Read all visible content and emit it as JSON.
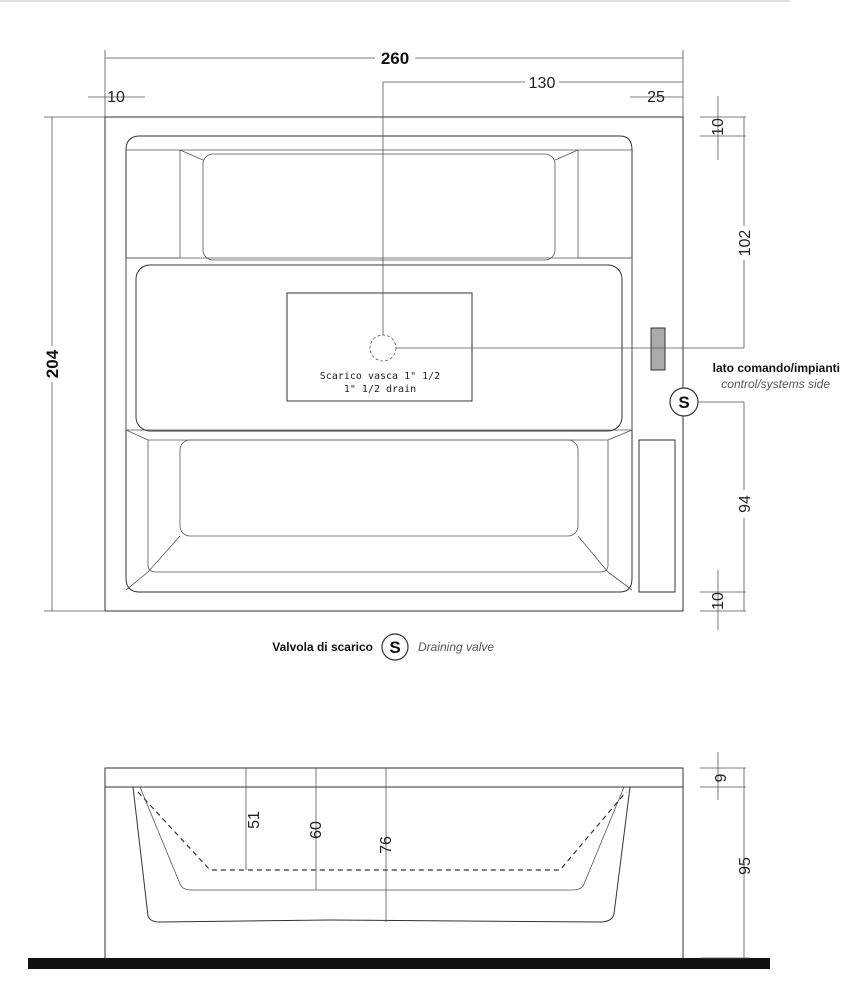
{
  "plan": {
    "overall_width": "260",
    "half_width": "130",
    "left_rim": "10",
    "right_rim": "25",
    "overall_height": "204",
    "top_rim": "10",
    "top_section": "102",
    "bottom_section": "94",
    "bottom_rim": "10",
    "drain_label_it": "Scarico vasca 1\" 1/2",
    "drain_label_en": "1\" 1/2  drain",
    "side_label_it": "lato comando/impianti",
    "side_label_en": "control/systems side",
    "valve_symbol": "S"
  },
  "legend": {
    "it": "Valvola di scarico",
    "symbol": "S",
    "en": "Draining valve"
  },
  "section": {
    "rim_thickness": "9",
    "depth_a": "51",
    "depth_b": "60",
    "depth_c": "76",
    "overall_height": "95"
  }
}
